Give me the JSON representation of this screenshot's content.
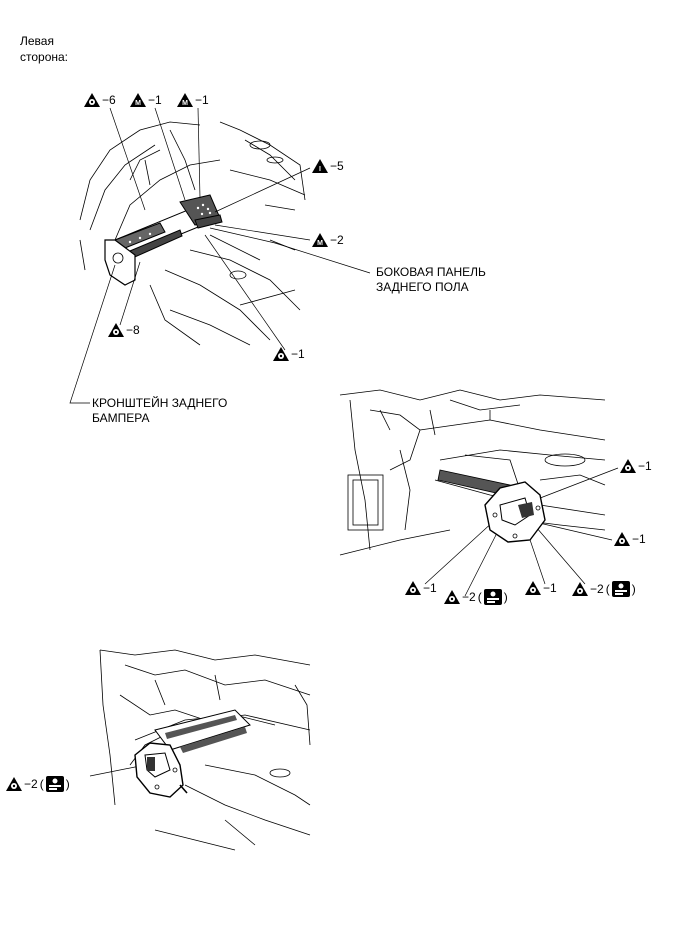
{
  "side_label": [
    "Левая",
    "сторона:"
  ],
  "parts": {
    "floor_side_panel": [
      "БОКОВАЯ ПАНЕЛЬ",
      "ЗАДНЕГО ПОЛА"
    ],
    "bumper_bracket": [
      "КРОНШТЕЙН ЗАДНЕГО",
      "БАМПЕРА"
    ]
  },
  "callouts": {
    "o6": "−6",
    "m1a": "−1",
    "m1b": "−1",
    "i5": "−5",
    "m2": "−2",
    "o8": "−8",
    "o1a": "−1",
    "r_o1_top": "−1",
    "r_o1_right": "−1",
    "r_o1_left": "−1",
    "r_o2_a": "−2",
    "r_o1_mid": "−1",
    "r_o2_b": "−2",
    "b_o2": "−2"
  },
  "symbols": {
    "spot_weld_letter": "",
    "mig_letter": "M",
    "inert_letter": "I"
  },
  "paren_open": "(",
  "paren_close": ")"
}
